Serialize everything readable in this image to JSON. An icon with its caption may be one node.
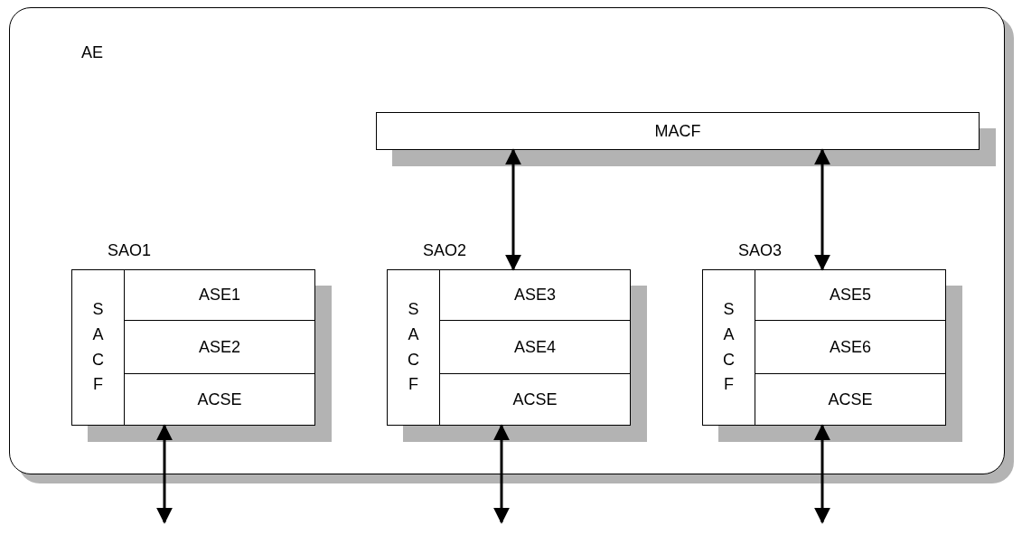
{
  "diagram": {
    "nodes": [
      {
        "text": [
          "AE"
        ]
      },
      {
        "text": [
          "MACF"
        ],
        "in": 0
      },
      {
        "text": [
          "SAO1"
        ],
        "in": 0
      },
      {
        "text": [
          "SACF"
        ],
        "in": 2
      },
      {
        "text": [
          "ASE1"
        ],
        "in": 2
      },
      {
        "text": [
          "ASE2"
        ],
        "in": 2
      },
      {
        "text": [
          "ACSE"
        ],
        "in": 2
      },
      {
        "text": [
          "SAO2"
        ],
        "in": 0
      },
      {
        "text": [
          "SACF"
        ],
        "in": 7
      },
      {
        "text": [
          "ASE3"
        ],
        "in": 7
      },
      {
        "text": [
          "ASE4"
        ],
        "in": 7
      },
      {
        "text": [
          "ACSE"
        ],
        "in": 7
      },
      {
        "text": [
          "SAO3"
        ],
        "in": 0
      },
      {
        "text": [
          "SACF"
        ],
        "in": 12
      },
      {
        "text": [
          "ASE5"
        ],
        "in": 12
      },
      {
        "text": [
          "ASE6"
        ],
        "in": 12
      },
      {
        "text": [
          "ACSE"
        ],
        "in": 12
      }
    ],
    "edges": [
      {
        "from": 1,
        "to": 7,
        "arrow": "both"
      },
      {
        "from": 1,
        "to": 12,
        "arrow": "both"
      },
      {
        "from": 6,
        "to": null,
        "arrow": "both"
      },
      {
        "from": 11,
        "to": null,
        "arrow": "both"
      },
      {
        "from": 16,
        "to": null,
        "arrow": "both"
      }
    ]
  }
}
